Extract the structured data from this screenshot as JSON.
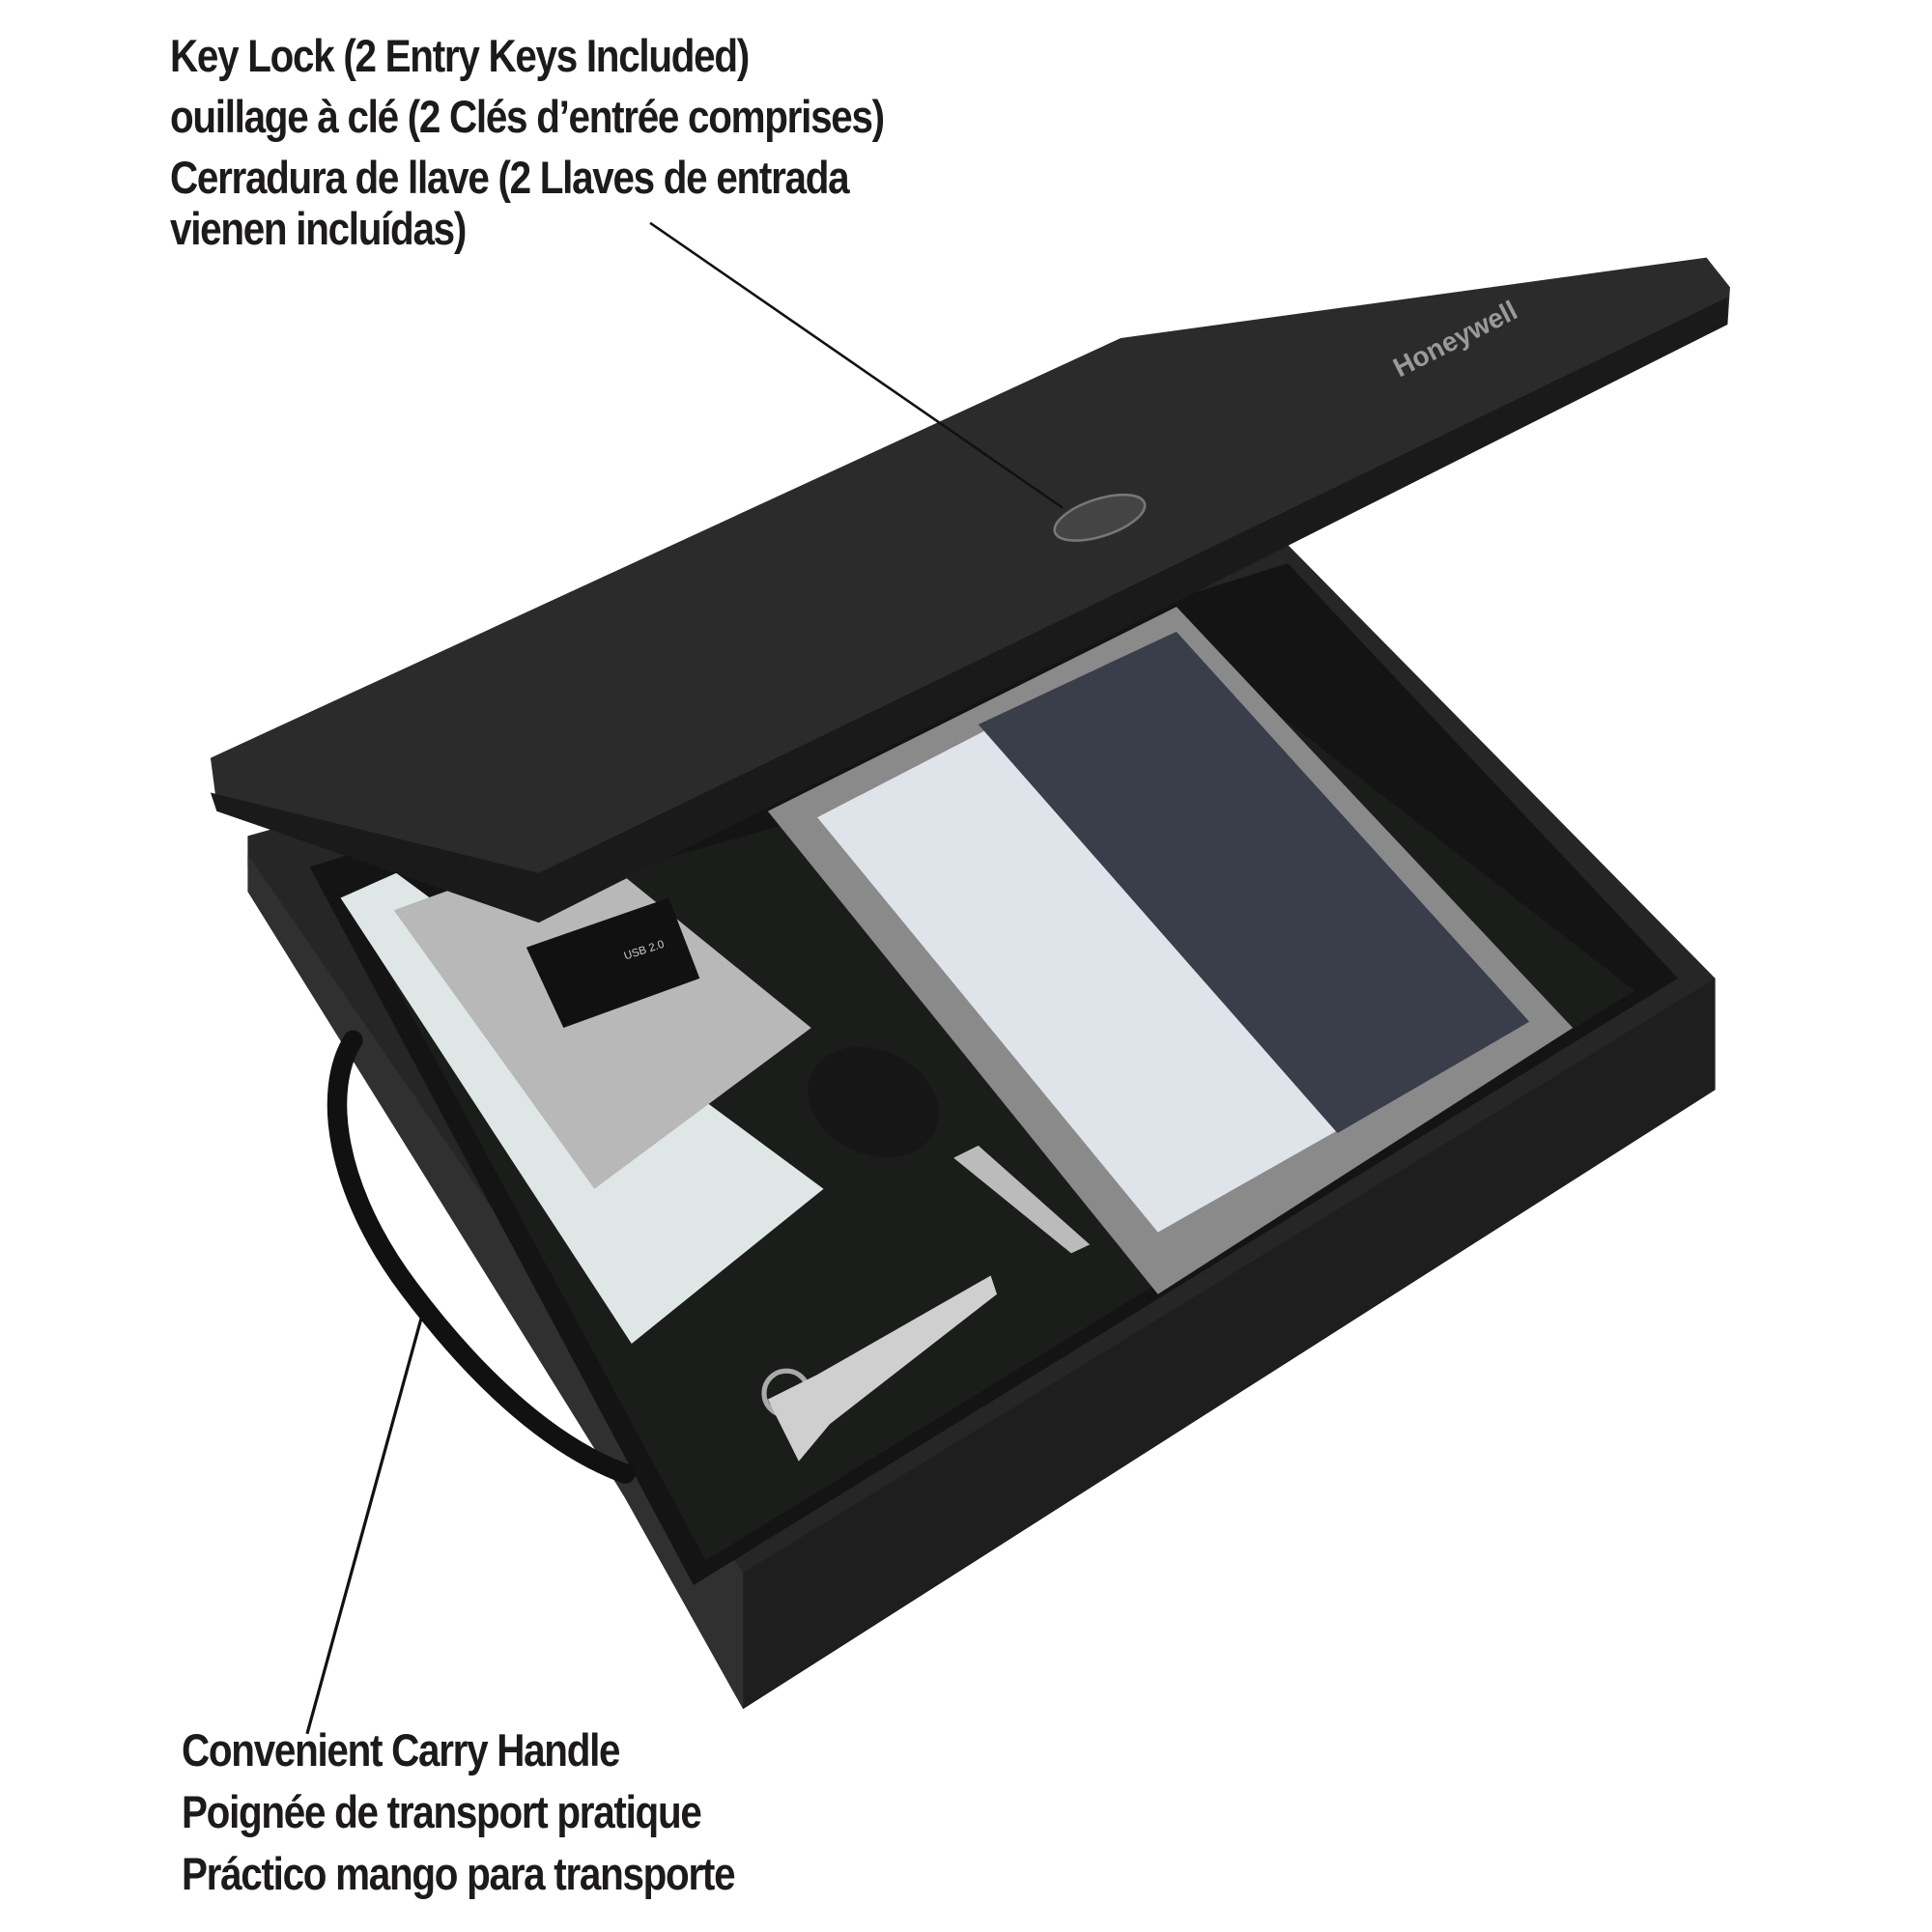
{
  "callouts": {
    "key_lock": {
      "lines": [
        "Key Lock (2 Entry Keys Included)",
        "ouillage à clé (2 Clés d’entrée comprises)",
        "Cerradura de llave (2 Llaves de entrada",
        "vienen incluídas)"
      ]
    },
    "carry_handle": {
      "lines": [
        "Convenient Carry Handle",
        "Poignée de transport pratique",
        "Práctico mango para transporte"
      ]
    }
  },
  "product": {
    "brand_on_lid": "Honeywell",
    "usb_label": "USB 2.0",
    "colors": {
      "body": "#262626",
      "lid": "#2b2b2b",
      "lining": "#1a1a1a",
      "text": "#1c1a1b"
    }
  }
}
